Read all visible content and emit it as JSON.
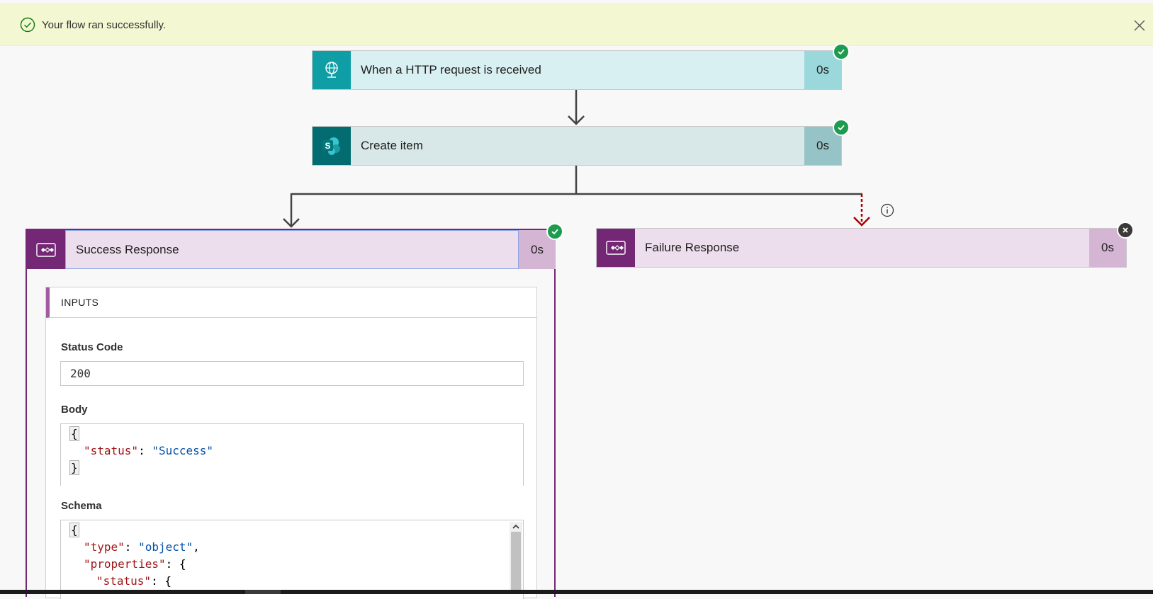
{
  "banner": {
    "message": "Your flow ran successfully.",
    "close_icon": "close-icon",
    "success_icon": "check-circle-icon"
  },
  "steps": {
    "trigger": {
      "title": "When a HTTP request is received",
      "duration": "0s",
      "status": "success",
      "icon": "http-request-icon",
      "color": "#0f9ea5"
    },
    "create_item": {
      "title": "Create item",
      "duration": "0s",
      "status": "success",
      "icon": "sharepoint-icon",
      "color": "#036c70"
    },
    "success_response": {
      "title": "Success Response",
      "duration": "0s",
      "status": "success",
      "icon": "response-icon",
      "color": "#742774"
    },
    "failure_response": {
      "title": "Failure Response",
      "duration": "0s",
      "status": "failed",
      "icon": "response-icon",
      "color": "#742774"
    }
  },
  "inputs": {
    "header": "INPUTS",
    "status_code_label": "Status Code",
    "status_code_value": "200",
    "body_label": "Body",
    "body_lines": {
      "open": "{",
      "key": "\"status\"",
      "colon": ": ",
      "value": "\"Success\"",
      "close": "}"
    },
    "schema_label": "Schema",
    "schema_lines": {
      "open": "{",
      "type_key": "\"type\"",
      "type_val": "\"object\"",
      "props_key": "\"properties\"",
      "props_open": "{",
      "status_key": "\"status\"",
      "status_open": "{"
    }
  }
}
